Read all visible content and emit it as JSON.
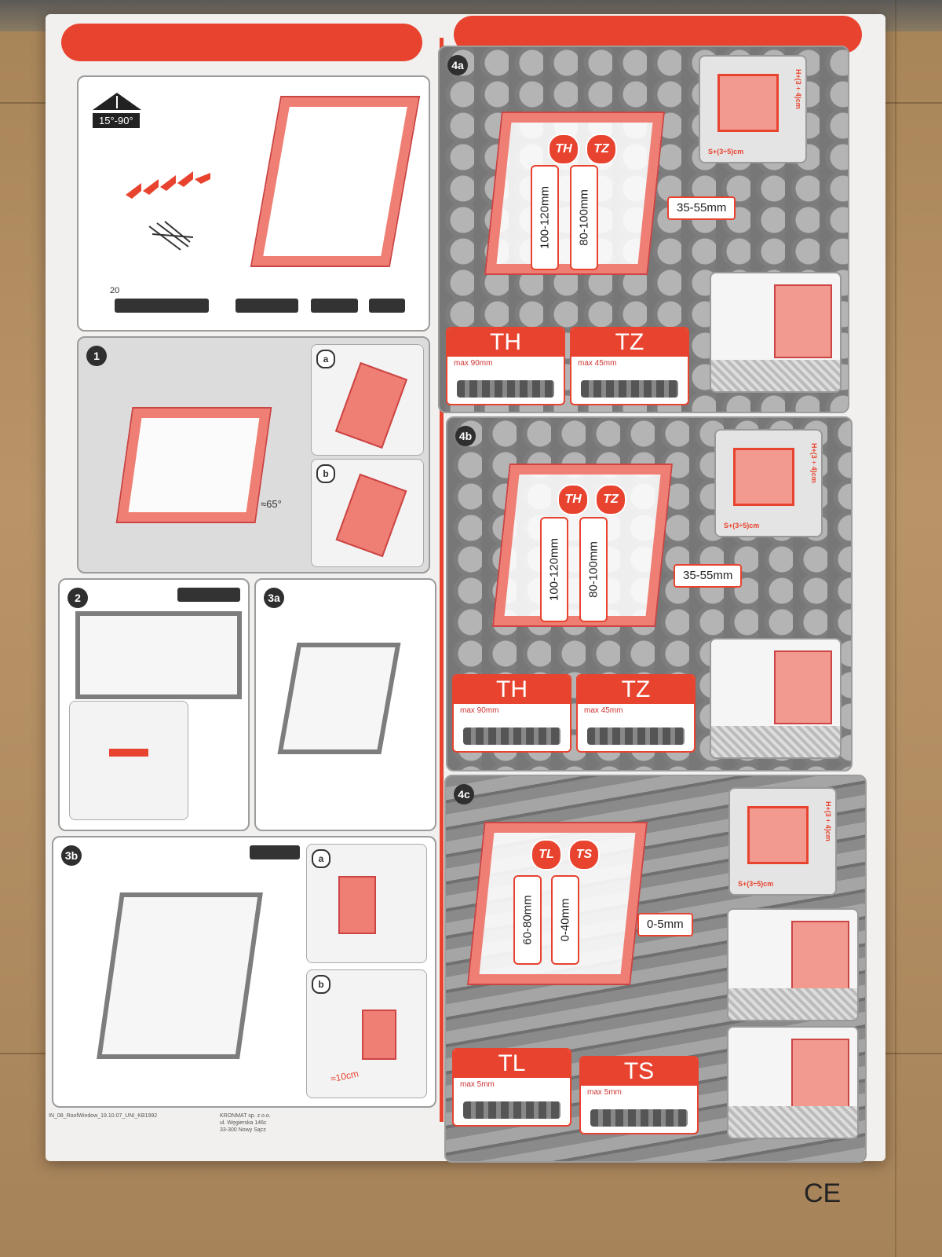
{
  "panel_labels": {
    "p1": "1",
    "p1a": "a",
    "p1b": "b",
    "p2": "2",
    "p3a": "3a",
    "p3b": "3b",
    "p3b_a": "a",
    "p3b_b": "b",
    "p4a": "4a",
    "p4b": "4b",
    "p4c": "4c"
  },
  "intro": {
    "pitch": "15°-90°",
    "screw_count": "20"
  },
  "step1": {
    "angle": "≈65°"
  },
  "step3b": {
    "distance": "≈10cm"
  },
  "step4a": {
    "badge_left": "TH",
    "badge_right": "TZ",
    "range_left": "100-120mm",
    "range_right": "80-100mm",
    "gap": "35-55mm",
    "inset_width": "S+(3÷5)cm",
    "inset_height": "H+(3÷4)cm",
    "tile_left": {
      "name": "TH",
      "max": "max 90mm"
    },
    "tile_right": {
      "name": "TZ",
      "max": "max 45mm"
    }
  },
  "step4b": {
    "badge_left": "TH",
    "badge_right": "TZ",
    "range_left": "100-120mm",
    "range_right": "80-100mm",
    "gap": "35-55mm",
    "inset_width": "S+(3÷5)cm",
    "inset_height": "H+(3÷4)cm",
    "tile_left": {
      "name": "TH",
      "max": "max 90mm"
    },
    "tile_right": {
      "name": "TZ",
      "max": "max 45mm"
    }
  },
  "step4c": {
    "badge_left": "TL",
    "badge_right": "TS",
    "range_left": "60-80mm",
    "range_right": "0-40mm",
    "gap": "0-5mm",
    "inset_width": "S+(3÷5)cm",
    "inset_height": "H+(3÷4)cm",
    "tile_left": {
      "name": "TL",
      "max": "max 5mm"
    },
    "tile_right": {
      "name": "TS",
      "max": "max 5mm"
    }
  },
  "footer": {
    "company": "KRONMAT sp. z o.o.",
    "street": "ul. Węgierska 146c",
    "city": "33-300 Nowy Sącz",
    "code": "IN_08_RoofWindow_19.10.07_UNI_KB1992",
    "ce_mark": "CE"
  },
  "colors": {
    "accent_red": "#e8432f",
    "paper": "#f1f0ee",
    "cardboard": "#b08d62"
  }
}
